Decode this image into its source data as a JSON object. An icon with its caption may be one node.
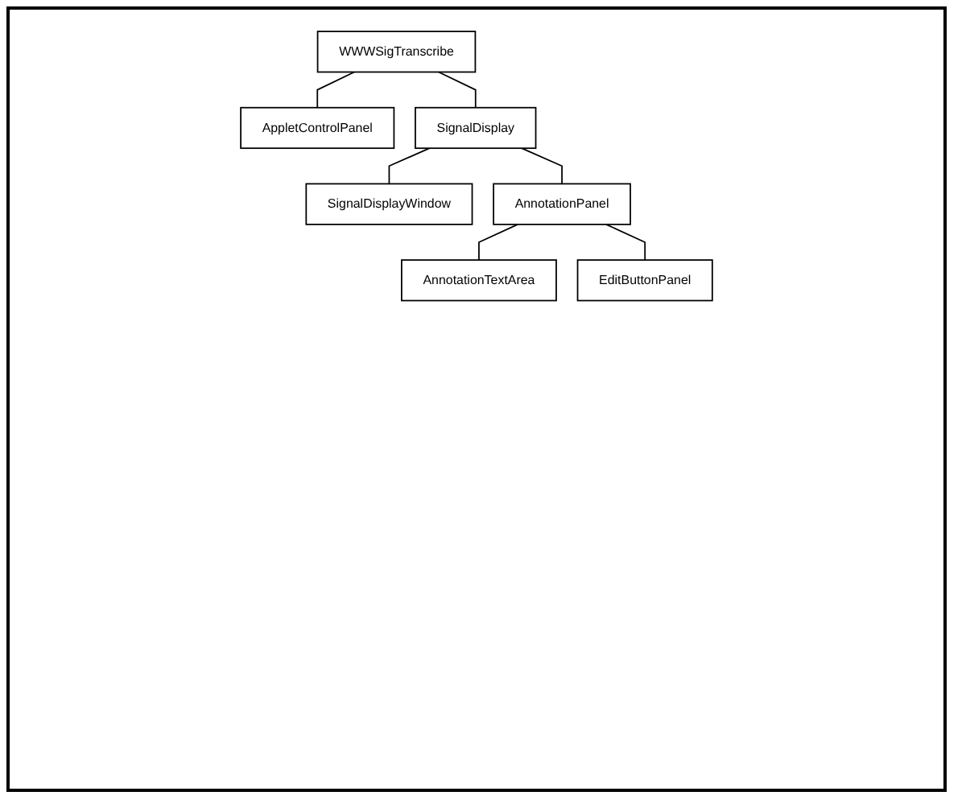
{
  "diagram": {
    "nodes": [
      {
        "text": [
          "WWWSigTranscribe"
        ]
      },
      {
        "text": [
          "AppletControlPanel"
        ]
      },
      {
        "text": [
          "SignalDisplay"
        ]
      },
      {
        "text": [
          "SignalDisplayWindow"
        ]
      },
      {
        "text": [
          "AnnotationPanel"
        ]
      },
      {
        "text": [
          "AnnotationTextArea"
        ]
      },
      {
        "text": [
          "EditButtonPanel"
        ]
      }
    ],
    "edges": [
      {
        "from": 0,
        "to": 1,
        "arrow": "none"
      },
      {
        "from": 0,
        "to": 2,
        "arrow": "none"
      },
      {
        "from": 2,
        "to": 3,
        "arrow": "none"
      },
      {
        "from": 2,
        "to": 4,
        "arrow": "none"
      },
      {
        "from": 4,
        "to": 5,
        "arrow": "none"
      },
      {
        "from": 4,
        "to": 6,
        "arrow": "none"
      }
    ]
  }
}
